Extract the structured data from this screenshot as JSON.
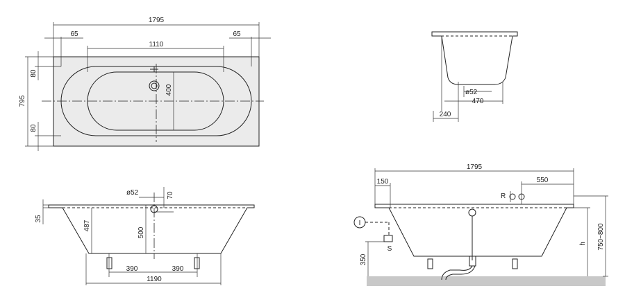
{
  "top_view": {
    "overall_length": "1795",
    "rim_left": "65",
    "rim_right": "65",
    "inner_length": "1110",
    "overall_width": "795",
    "margin_top": "80",
    "margin_bottom": "80",
    "inner_width": "400"
  },
  "end_view": {
    "drain_diameter": "ø52",
    "base_width": "470",
    "offset": "240"
  },
  "front_section": {
    "drain_diameter": "ø52",
    "overflow_offset": "70",
    "rim_thickness": "35",
    "inner_depth": "487",
    "overall_depth": "500",
    "foot_left": "390",
    "foot_right": "390",
    "foot_span": "1190"
  },
  "installation_view": {
    "overall_length": "1795",
    "left_offset": "150",
    "tap_offset": "550",
    "tap_label": "R",
    "circle_label": "I",
    "s_label": "S",
    "floor_to_drain": "350",
    "height_label": "h",
    "height_range": "750~800"
  },
  "colors": {
    "line": "#222222",
    "shade": "#ebebeb",
    "floor": "#c8c8c8"
  }
}
